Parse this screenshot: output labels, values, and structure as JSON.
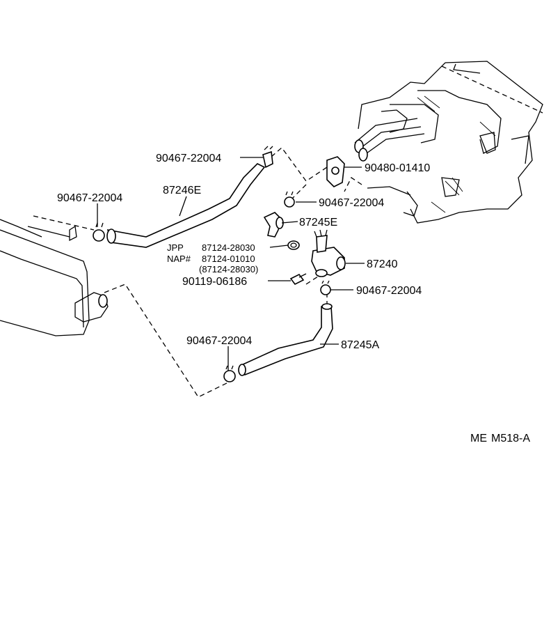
{
  "parts": {
    "clamp_upper": "90467-22004",
    "hose_upper": "87246E",
    "clamp_left": "90467-22004",
    "bracket": "90480-01410",
    "clamp_bracket": "90467-22004",
    "hose_small": "87245E",
    "valve": "87240",
    "clamp_valve": "90467-22004",
    "hose_lower": "87245A",
    "clamp_lower": "90467-22004",
    "bolt": "90119-06186"
  },
  "oring": {
    "jpp_prefix": "JPP",
    "jpp_number": "87124-28030",
    "nap_prefix": "NAP#",
    "nap_number": "87124-01010",
    "nap_alt": "(87124-28030)"
  },
  "footer": {
    "code_left": "ME",
    "code_right": "M518-A"
  }
}
